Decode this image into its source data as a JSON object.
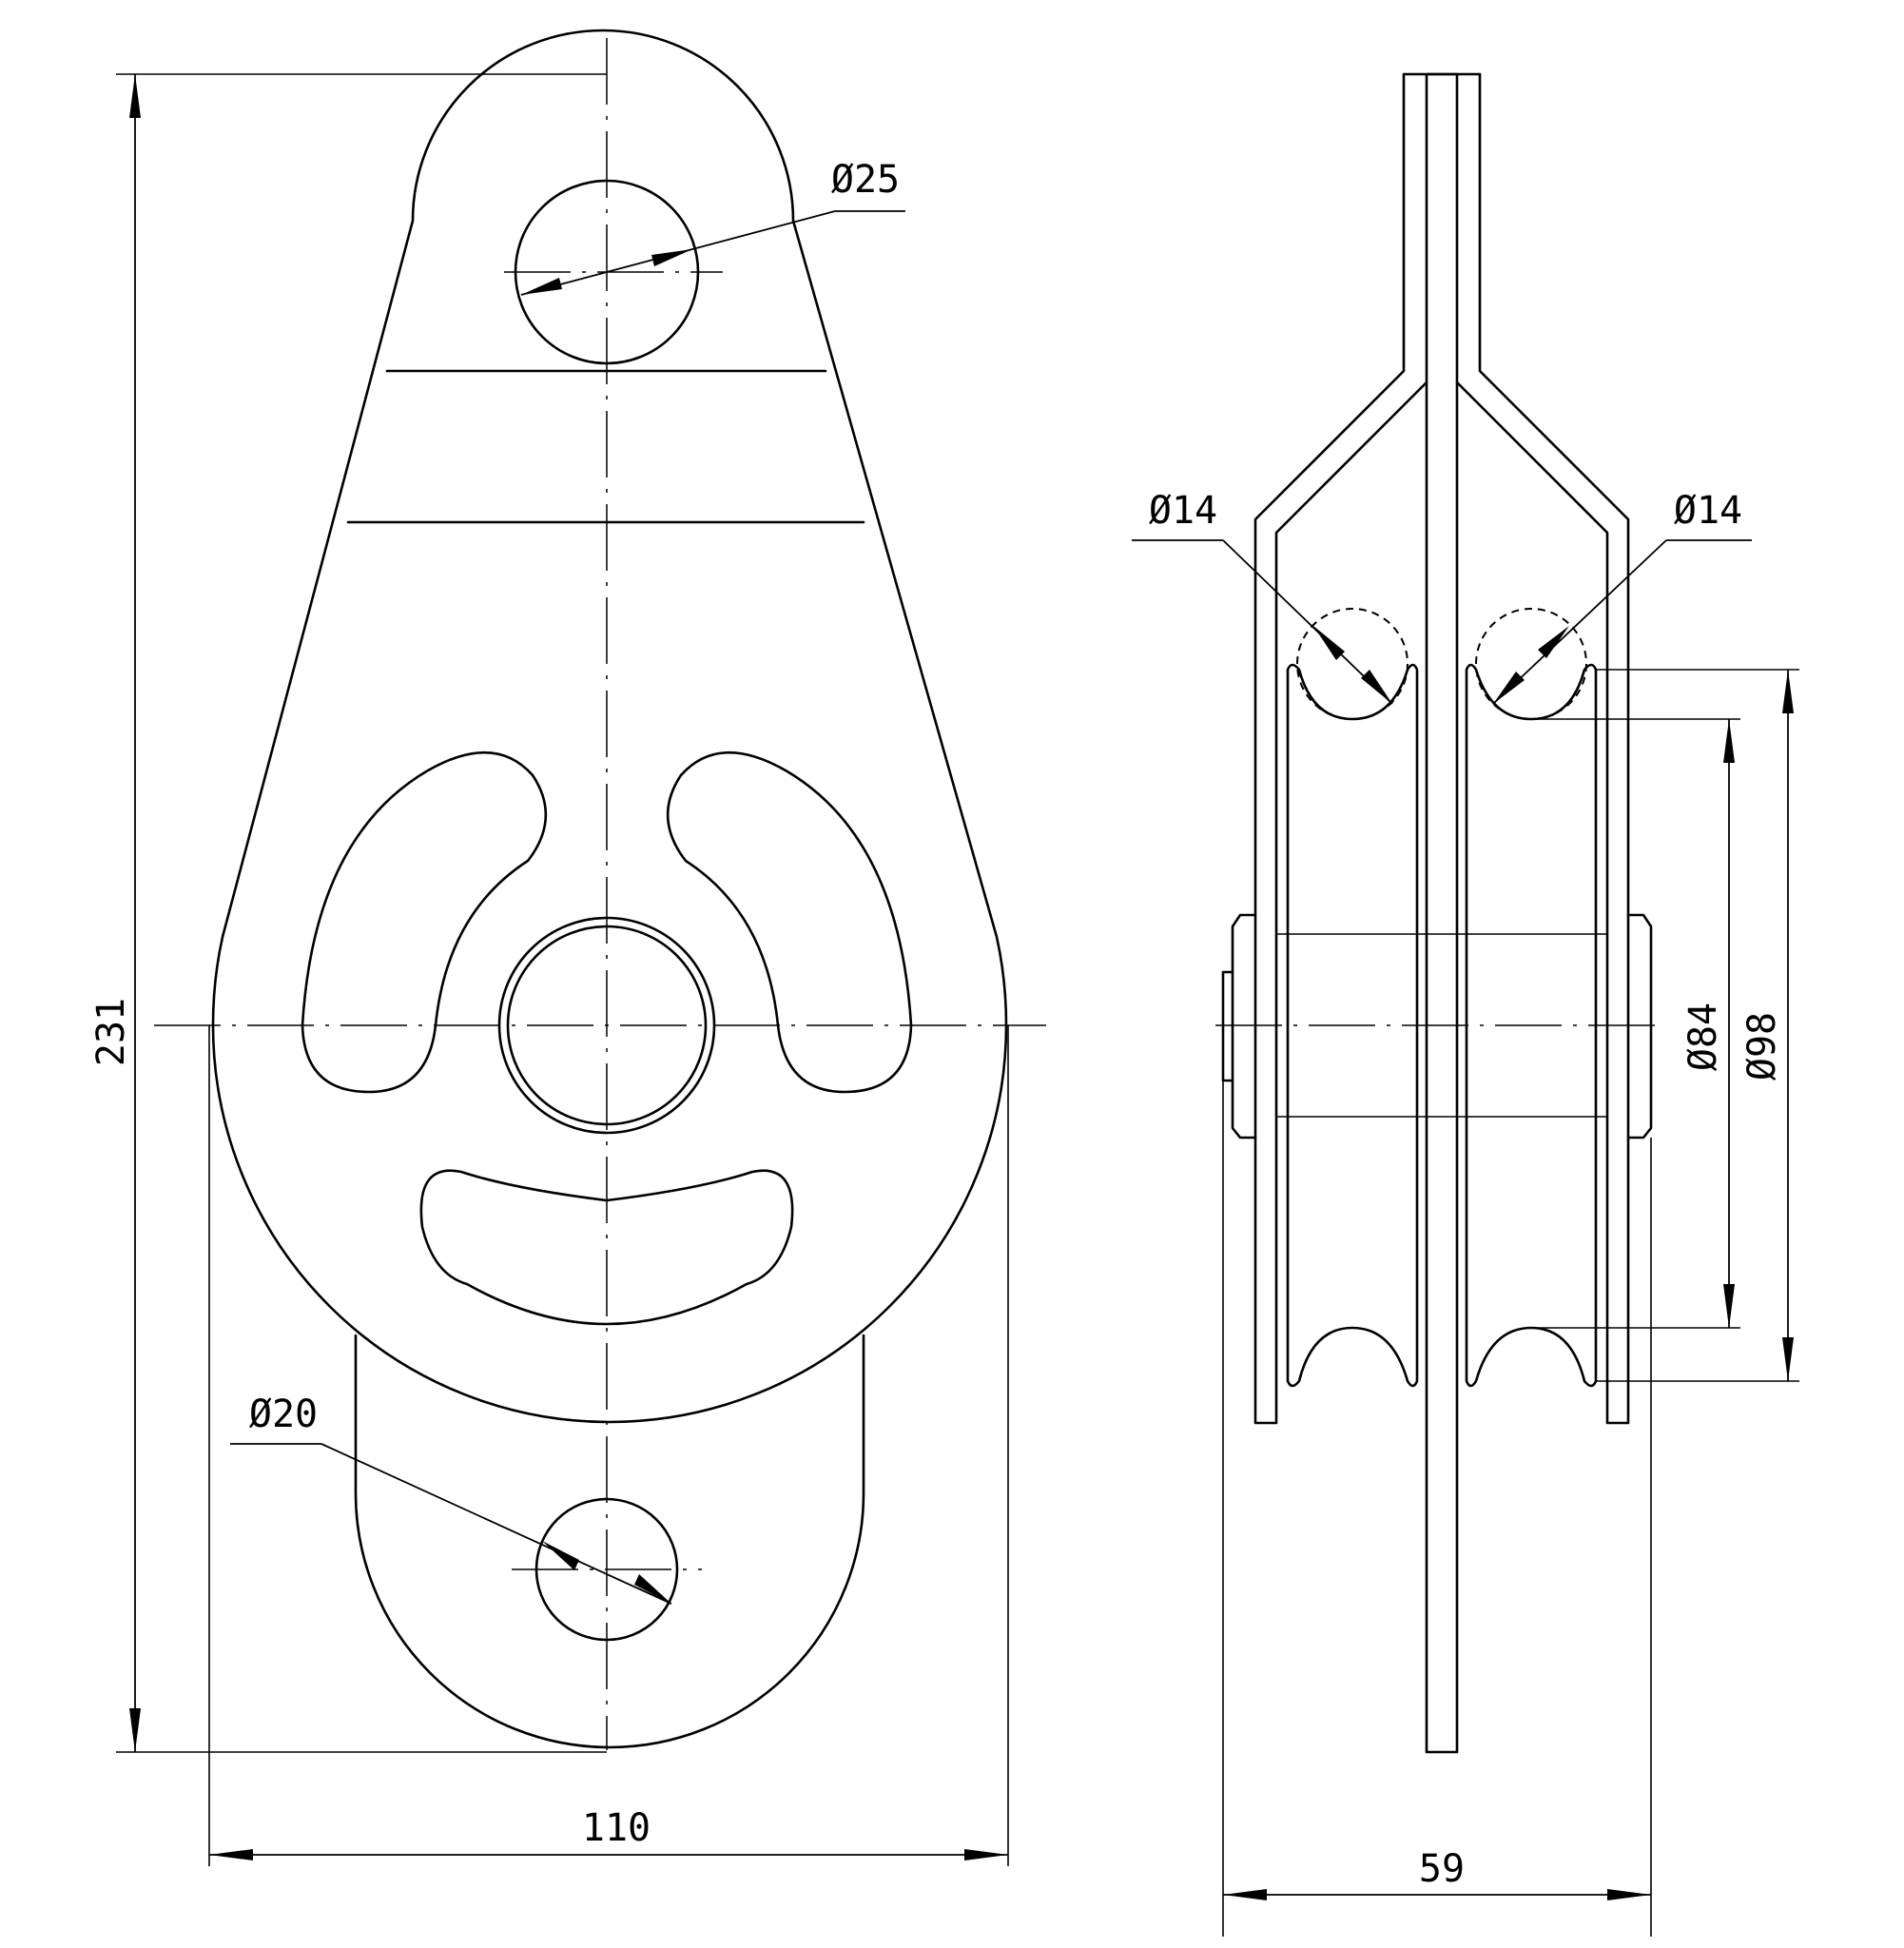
{
  "drawing": {
    "front_view": {
      "height_dim": "231",
      "width_dim": "110",
      "top_hole_dim": "Ø25",
      "bottom_hole_dim": "Ø20"
    },
    "side_view": {
      "width_dim": "59",
      "rope_left_dim": "Ø14",
      "rope_right_dim": "Ø14",
      "groove_dim": "Ø84",
      "sheave_dim": "Ø98"
    }
  }
}
